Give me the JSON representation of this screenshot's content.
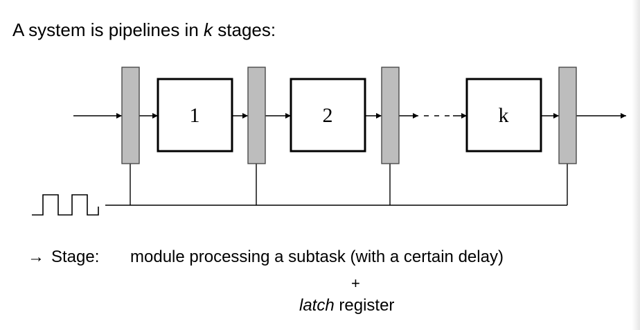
{
  "heading": {
    "prefix": "A system is pipelines in",
    "variable": "k",
    "suffix": "stages:"
  },
  "diagram": {
    "stage_labels": [
      "1",
      "2",
      "k"
    ],
    "colors": {
      "line": "#000000",
      "register_fill": "#bdbdbd",
      "register_stroke": "#4a4a4a"
    }
  },
  "definition": {
    "arrow": "→",
    "term": "Stage:",
    "text": "module processing a subtask (with a certain delay)",
    "plus": "+",
    "latch_word": "latch",
    "latch_rest": "register"
  }
}
